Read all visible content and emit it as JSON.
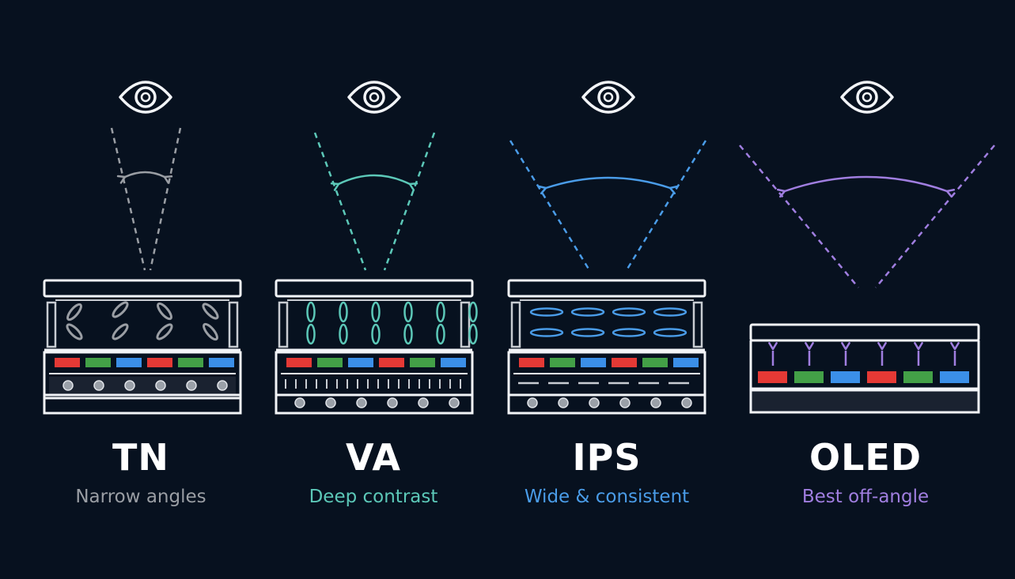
{
  "colors": {
    "background": "#07111f",
    "outline": "#f2f4f7",
    "red": "#e53935",
    "green": "#43a047",
    "blue": "#3b8fe8",
    "dot": "#9aa0a8"
  },
  "panels": [
    {
      "id": "tn",
      "title": "TN",
      "caption": "Narrow angles",
      "accent": "#9a9ea4",
      "eye_icon": "eye-icon",
      "crystal": "tilted",
      "subpixels": [
        "red",
        "green",
        "blue",
        "red",
        "green",
        "blue"
      ]
    },
    {
      "id": "va",
      "title": "VA",
      "caption": "Deep contrast",
      "accent": "#5cc8b8",
      "eye_icon": "eye-icon",
      "crystal": "vertical",
      "subpixels": [
        "red",
        "green",
        "blue",
        "red",
        "green",
        "blue"
      ]
    },
    {
      "id": "ips",
      "title": "IPS",
      "caption": "Wide & consistent",
      "accent": "#4a9ce8",
      "eye_icon": "eye-icon",
      "crystal": "horizontal",
      "subpixels": [
        "red",
        "green",
        "blue",
        "red",
        "green",
        "blue"
      ]
    },
    {
      "id": "oled",
      "title": "OLED",
      "caption": "Best off-angle",
      "accent": "#a07ee0",
      "eye_icon": "eye-icon",
      "crystal": "emissive",
      "subpixels": [
        "red",
        "green",
        "blue",
        "red",
        "green",
        "blue"
      ]
    }
  ]
}
